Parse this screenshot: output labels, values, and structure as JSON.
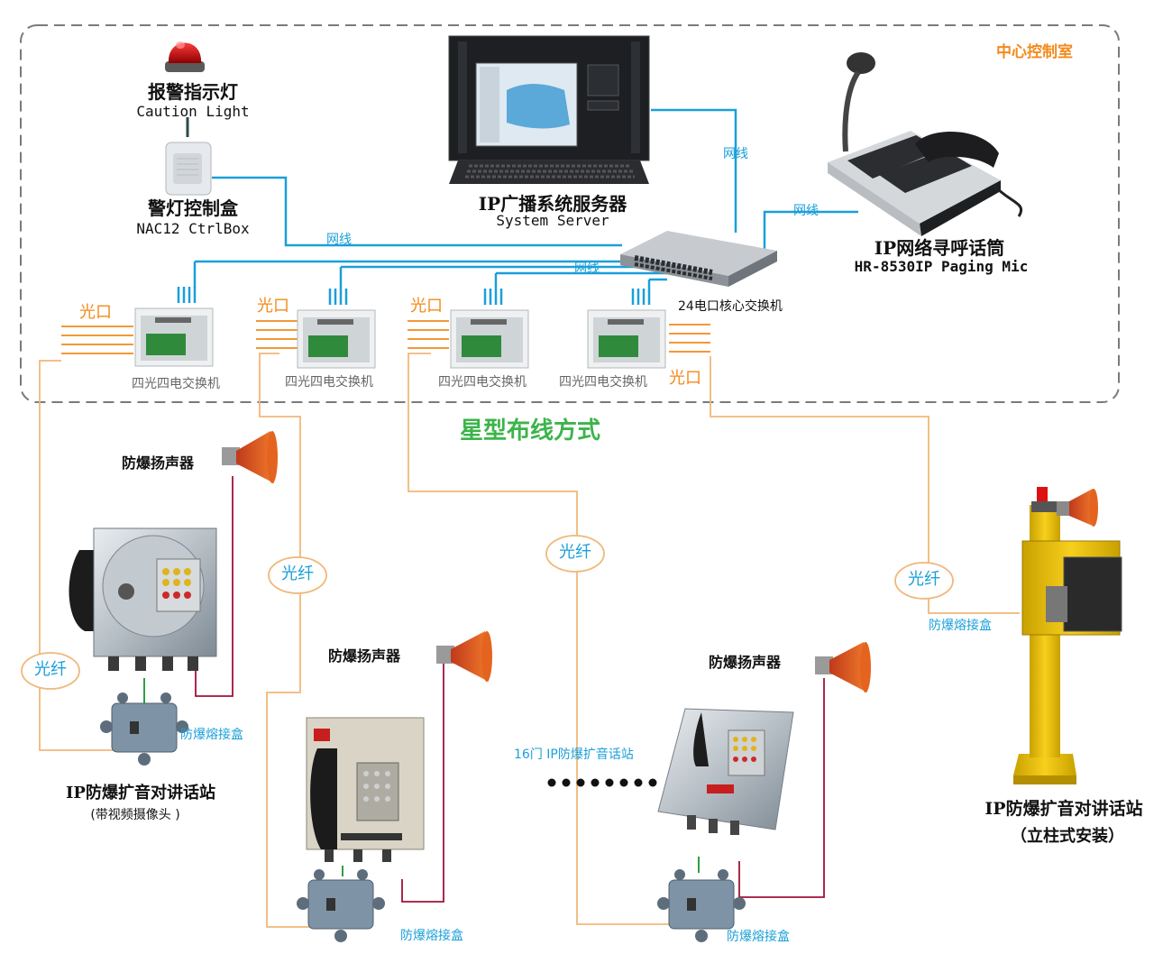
{
  "control_room": {
    "label": "中心控制室"
  },
  "topology_label": "星型布线方式",
  "devices": {
    "caution_light": {
      "cn": "报警指示灯",
      "en": "Caution Light"
    },
    "light_ctrl_box": {
      "cn": "警灯控制盒",
      "en": "NAC12 CtrlBox"
    },
    "server": {
      "cn": "IP广播系统服务器",
      "en": "System Server"
    },
    "paging_mic": {
      "cn": "IP网络寻呼话筒",
      "en": "HR-8530IP Paging Mic"
    },
    "core_switch": {
      "label": "24电口核心交换机"
    },
    "fiber_switch_label": "四光四电交换机",
    "station_left": {
      "cn": "IP防爆扩音对讲话站",
      "sub": "(带视频摄像头 )"
    },
    "station_right": {
      "cn": "IP防爆扩音对讲话站",
      "sub": "（立柱式安装）"
    },
    "speaker_label": "防爆扬声器",
    "junction_box_label": "防爆熔接盒",
    "station_count": "16门 IP防爆扩音话站"
  },
  "links": {
    "network_cable": "网线",
    "optical_port": "光口",
    "fiber": "光纤"
  },
  "colors": {
    "network": "#1a9fd9",
    "fiber_line": "#f0b87a",
    "optical_port": "#f28a1c",
    "speaker_wire": "#a0123a",
    "junction_wire": "#2f9e44",
    "title_green": "#3cb44b",
    "dashed_border": "#7a7a7a"
  }
}
